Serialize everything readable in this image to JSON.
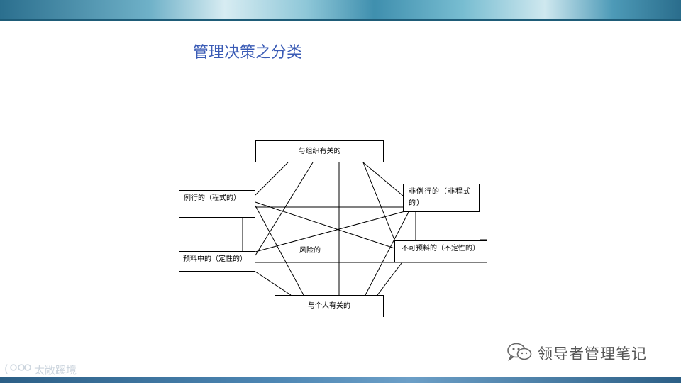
{
  "title": "管理决策之分类",
  "nodes": {
    "organization": "与组织有关的",
    "routine": "例行的（程式的）",
    "non_routine": "非例行的（非程式的）",
    "predictable": "预料中的（定性的）",
    "unpredictable": "不可预料的（不定性的）",
    "individual": "与个人有关的"
  },
  "center_label": "风险的",
  "footer": {
    "brand_text": "领导者管理笔记",
    "icon": "wechat-icon"
  },
  "watermark": {
    "text": "太敞蹊境",
    "icon": "camera-icon"
  },
  "colors": {
    "title": "#3a5bb5",
    "banner": "#2b6f8e"
  }
}
